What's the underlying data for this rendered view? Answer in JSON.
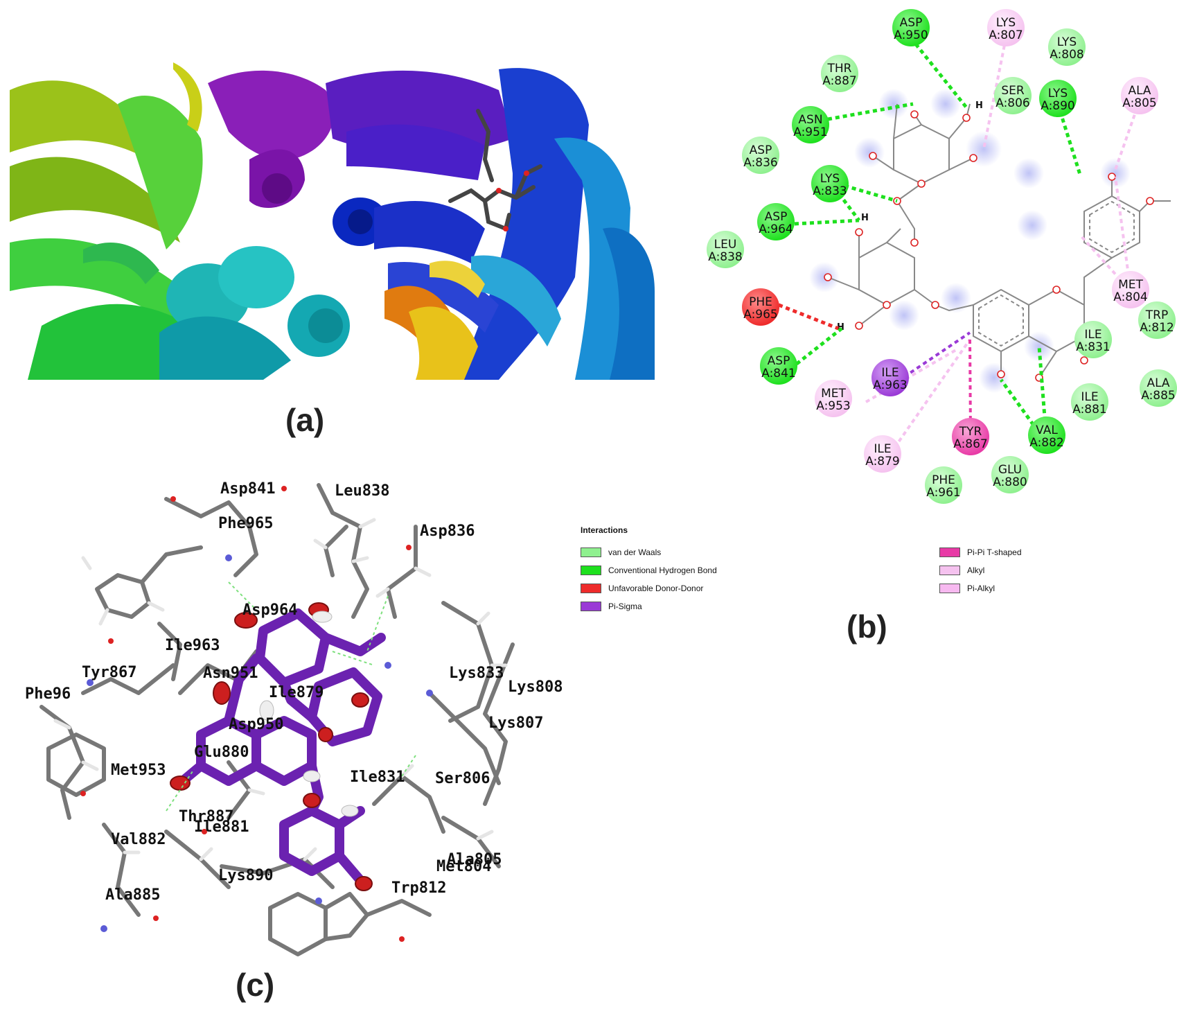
{
  "panels": {
    "a": "(a)",
    "b": "(b)",
    "c": "(c)"
  },
  "colors": {
    "van_der_waals": "#8ff08f",
    "conventional_hbond": "#1ee01e",
    "unfavorable_donor": "#ee2b2b",
    "pi_sigma": "#9a3ad6",
    "pi_pi_tshaped": "#e83aa6",
    "alkyl": "#f5c2ef",
    "pi_alkyl": "#f7b9f0"
  },
  "legend": {
    "title": "Interactions",
    "items": [
      {
        "label": "van der Waals",
        "color": "#8ff08f"
      },
      {
        "label": "Conventional Hydrogen Bond",
        "color": "#1ee01e"
      },
      {
        "label": "Unfavorable Donor-Donor",
        "color": "#ee2b2b"
      },
      {
        "label": "Pi-Sigma",
        "color": "#9a3ad6"
      },
      {
        "label": "Pi-Pi T-shaped",
        "color": "#e83aa6"
      },
      {
        "label": "Alkyl",
        "color": "#f5c2ef"
      },
      {
        "label": "Pi-Alkyl",
        "color": "#f7b9f0"
      }
    ]
  },
  "residues_2d": [
    {
      "name": "ASP",
      "id": "A:950",
      "kind": "hbond"
    },
    {
      "name": "LYS",
      "id": "A:807",
      "kind": "alkyl"
    },
    {
      "name": "LYS",
      "id": "A:808",
      "kind": "vdw"
    },
    {
      "name": "THR",
      "id": "A:887",
      "kind": "vdw"
    },
    {
      "name": "SER",
      "id": "A:806",
      "kind": "vdw"
    },
    {
      "name": "LYS",
      "id": "A:890",
      "kind": "hbond"
    },
    {
      "name": "ALA",
      "id": "A:805",
      "kind": "alkyl"
    },
    {
      "name": "ASN",
      "id": "A:951",
      "kind": "hbond"
    },
    {
      "name": "ASP",
      "id": "A:836",
      "kind": "vdw"
    },
    {
      "name": "LYS",
      "id": "A:833",
      "kind": "hbond"
    },
    {
      "name": "ASP",
      "id": "A:964",
      "kind": "hbond"
    },
    {
      "name": "LEU",
      "id": "A:838",
      "kind": "vdw"
    },
    {
      "name": "PHE",
      "id": "A:965",
      "kind": "unfav"
    },
    {
      "name": "MET",
      "id": "A:804",
      "kind": "alkyl"
    },
    {
      "name": "TRP",
      "id": "A:812",
      "kind": "vdw"
    },
    {
      "name": "ASP",
      "id": "A:841",
      "kind": "hbond"
    },
    {
      "name": "ILE",
      "id": "A:831",
      "kind": "vdw"
    },
    {
      "name": "ILE",
      "id": "A:963",
      "kind": "pisigma"
    },
    {
      "name": "MET",
      "id": "A:953",
      "kind": "alkyl"
    },
    {
      "name": "ALA",
      "id": "A:885",
      "kind": "vdw"
    },
    {
      "name": "ILE",
      "id": "A:881",
      "kind": "vdw"
    },
    {
      "name": "TYR",
      "id": "A:867",
      "kind": "pipi"
    },
    {
      "name": "VAL",
      "id": "A:882",
      "kind": "hbond"
    },
    {
      "name": "ILE",
      "id": "A:879",
      "kind": "alkyl"
    },
    {
      "name": "GLU",
      "id": "A:880",
      "kind": "vdw"
    },
    {
      "name": "PHE",
      "id": "A:961",
      "kind": "vdw"
    }
  ],
  "residues_3d": [
    "Asp841",
    "Leu838",
    "Phe965",
    "Asp836",
    "Asp964",
    "Ile963",
    "Tyr867",
    "Asn951",
    "Ile879",
    "Lys833",
    "Lys808",
    "Phe96",
    "Asp950",
    "Lys807",
    "Glu880",
    "Met953",
    "Ile831",
    "Ser806",
    "Thr887",
    "Ile881",
    "Val882",
    "Ala805",
    "Met804",
    "Lys890",
    "Trp812",
    "Ala885"
  ]
}
